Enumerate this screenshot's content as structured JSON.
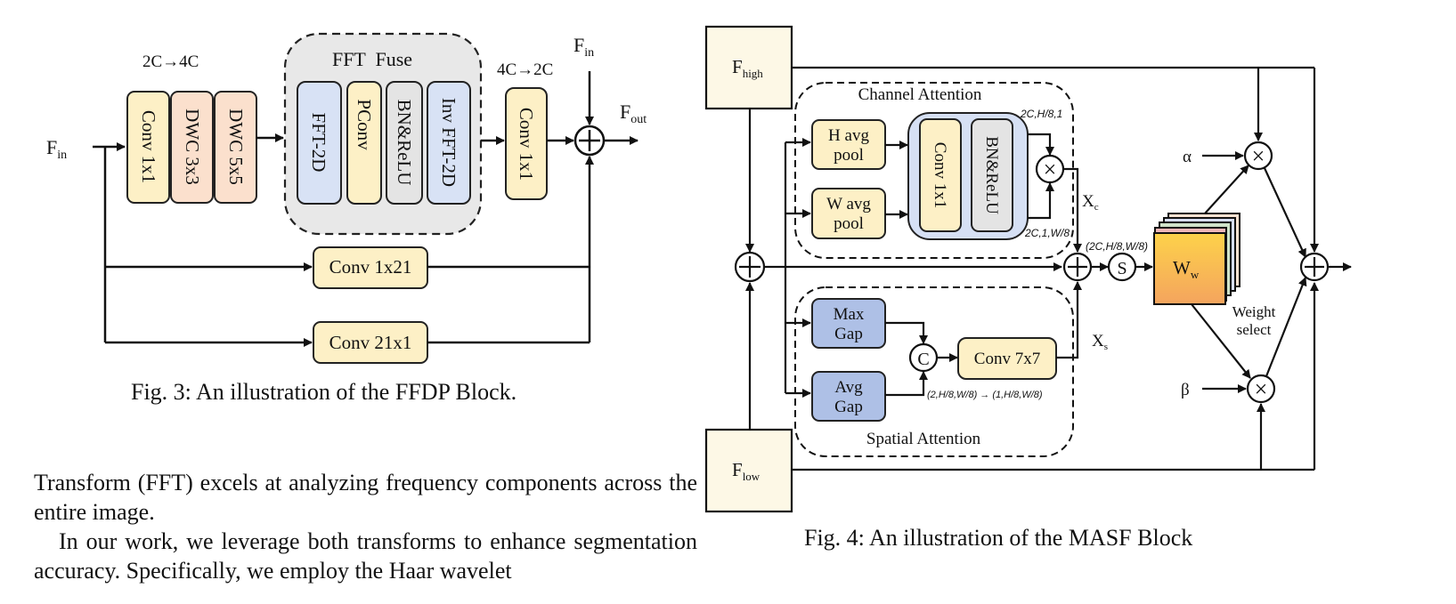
{
  "fig3": {
    "caption": "Fig. 3: An illustration of the FFDP Block.",
    "input_label": "F",
    "input_sub": "in",
    "top_input_label": "F",
    "top_input_sub": "in",
    "output_label": "F",
    "output_sub": "out",
    "expand_label": "2C→4C",
    "reduce_label": "4C→2C",
    "fft_group_title": "FFT  Fuse",
    "blocks": {
      "conv1x1_a": "Conv 1x1",
      "dwc3": "DWC 3x3",
      "dwc5": "DWC 5x5",
      "fft2d": "FFT-2D",
      "pconv": "PConv",
      "bnrelu": "BN&ReLU",
      "invfft": "Inv FFT-2D",
      "conv1x1_b": "Conv 1x1",
      "conv1x21": "Conv 1x21",
      "conv21x1": "Conv 21x1"
    },
    "plus_symbol": "+"
  },
  "fig4": {
    "caption": "Fig. 4: An illustration of the MASF Block",
    "f_high": "F",
    "f_high_sub": "high",
    "f_low": "F",
    "f_low_sub": "low",
    "channel_attention_title": "Channel Attention",
    "spatial_attention_title": "Spatial Attention",
    "h_avg_pool": [
      "H avg",
      "pool"
    ],
    "w_avg_pool": [
      "W avg",
      "pool"
    ],
    "conv1x1": "Conv 1x1",
    "bnrelu": "BN&ReLU",
    "max_gap": [
      "Max",
      "Gap"
    ],
    "avg_gap": [
      "Avg",
      "Gap"
    ],
    "conv7x7": "Conv 7x7",
    "concat_symbol": "C",
    "softmax_symbol": "S",
    "times_symbol": "×",
    "plus_symbol": "+",
    "xc_label": "X",
    "xc_sub": "c",
    "xs_label": "X",
    "xs_sub": "s",
    "dim_h": "2C,H/8,1",
    "dim_w": "2C,1,W/8",
    "dim_sum": "(2C,H/8,W/8)",
    "dim_spatial": "(2,H/8,W/8) → (1,H/8,W/8)",
    "weights_label": "W",
    "weights_sub": "w",
    "weight_select": [
      "Weight",
      "select"
    ],
    "alpha": "α",
    "beta": "β"
  },
  "body_text": {
    "para1": "Transform (FFT) excels at analyzing frequency components across the entire image.",
    "para2": "In our work, we leverage both transforms to enhance segmentation accuracy. Specifically, we employ the Haar wavelet"
  },
  "colors": {
    "yellow_block": "#fdf0c6",
    "peach_block": "#fbe0cd",
    "blue_block": "#d8e2f5",
    "gray_block": "#e4e4e4",
    "fft_group_bg": "#e8e8e8",
    "gap_block": "#aec0e6",
    "ca_inner": "#d6e0f4",
    "f_box": "#fdf8e6",
    "ww_top": "#fdd24a",
    "ww_bottom": "#f4a45e"
  }
}
